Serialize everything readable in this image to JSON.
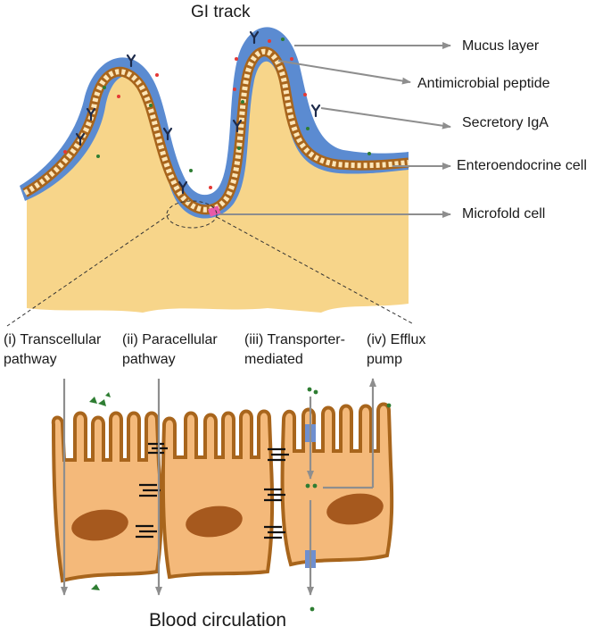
{
  "top_title": "GI track",
  "callouts": [
    {
      "id": "mucus",
      "label": "Mucus layer"
    },
    {
      "id": "amp",
      "label": "Antimicrobial peptide"
    },
    {
      "id": "siga",
      "label": "Secretory IgA"
    },
    {
      "id": "entero",
      "label": "Enteroendocrine cell"
    },
    {
      "id": "microfold",
      "label": "Microfold cell"
    }
  ],
  "pathways": [
    {
      "line1": "(i) Transcellular",
      "line2": "pathway"
    },
    {
      "line1": "(ii) Paracellular",
      "line2": "pathway"
    },
    {
      "line1": "(iii) Transporter-",
      "line2": "mediated"
    },
    {
      "line1": "(iv) Efflux",
      "line2": "pump"
    }
  ],
  "bottom_title": "Blood circulation",
  "colors": {
    "tissue": "#f7d58a",
    "mucus": "#5b8bd1",
    "epithelium": "#f4b97a",
    "cell_border": "#a8651c",
    "nucleus": "#a6591e",
    "arrow": "#8e8e8e",
    "antigen": "#2e7d32",
    "peptide": "#e53935",
    "microfold": "#e85aa8",
    "transporter": "#6f8fcf"
  }
}
